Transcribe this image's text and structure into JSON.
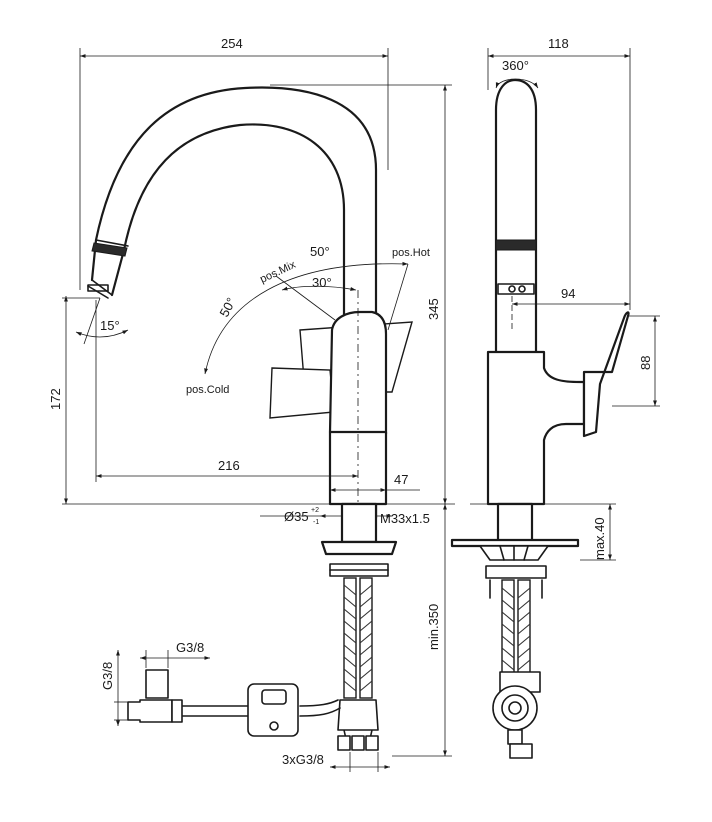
{
  "dimensions": {
    "overall_width": "254",
    "side_width": "118",
    "rotation": "360°",
    "spout_reach": "94",
    "lever_height": "88",
    "total_height": "345",
    "spout_height": "172",
    "spout_tilt": "15°",
    "spout_projection": "216",
    "body_width": "47",
    "hole_diameter": "Ø35",
    "hole_tolerance_upper": "+2",
    "hole_tolerance_lower": "-1",
    "thread": "M33x1.5",
    "max_deck": "max.40",
    "min_hose": "min.350",
    "connection_size": "G3/8",
    "connection_size_vertical": "G3/8",
    "hose_connections": "3xG3/8"
  },
  "lever": {
    "angle_mix": "30°",
    "angle_hot": "50°",
    "angle_cold": "50°",
    "pos_mix": "pos.Mix",
    "pos_hot": "pos.Hot",
    "pos_cold": "pos.Cold"
  },
  "colors": {
    "line": "#1a1a1a",
    "background": "#ffffff"
  }
}
